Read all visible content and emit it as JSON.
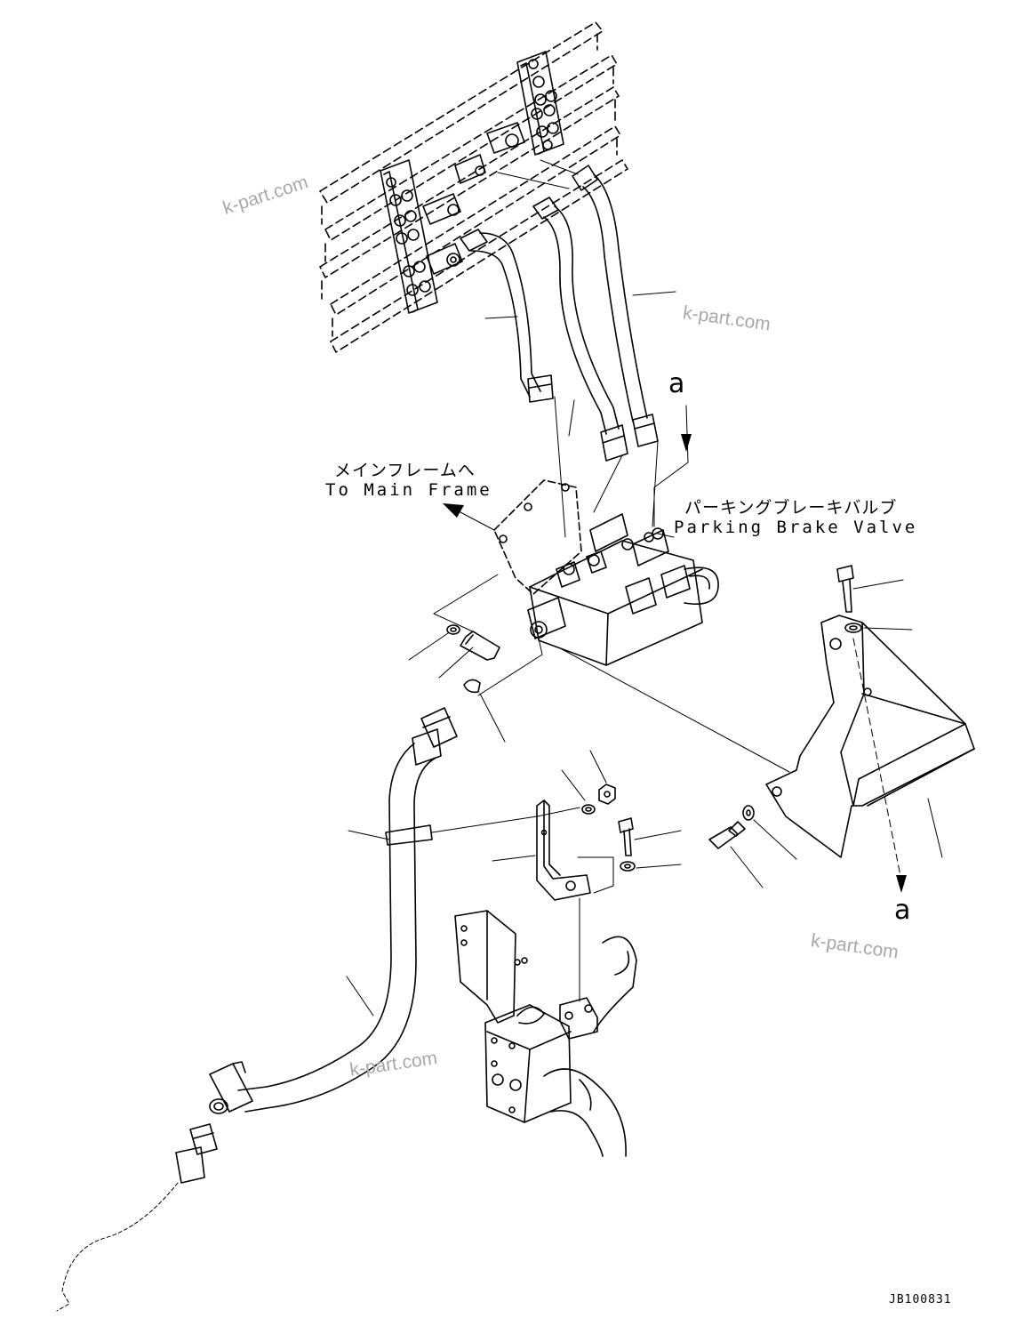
{
  "labels": {
    "main_frame_jp": "メインフレームへ",
    "main_frame_en": "To Main Frame",
    "parking_valve_jp": "パーキングブレーキバルブ",
    "parking_valve_en": "Parking Brake Valve",
    "ref_a_top": "a",
    "ref_a_bottom": "a",
    "drawing_code": "JB100831"
  },
  "watermark": "k-part.com",
  "colors": {
    "line": "#000000",
    "watermark": "#a8a8a8",
    "background": "#ffffff"
  }
}
